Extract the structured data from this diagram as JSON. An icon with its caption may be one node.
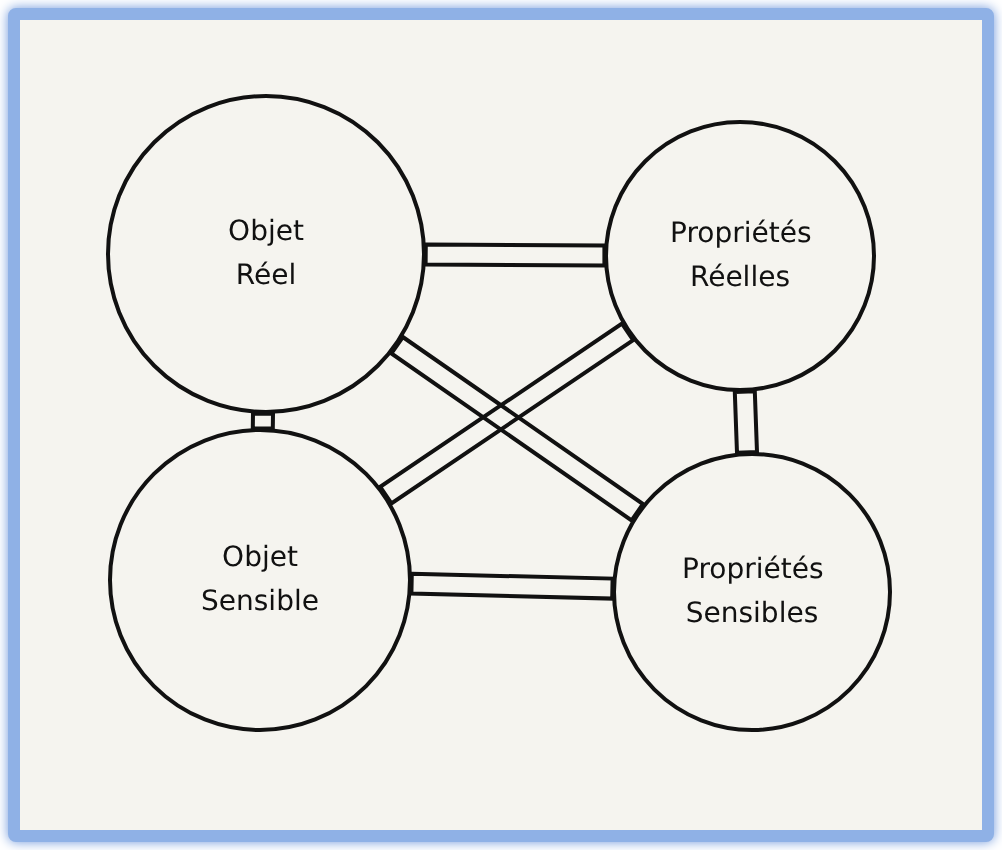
{
  "diagram": {
    "nodes": [
      {
        "text": [
          "Objet Réel"
        ]
      },
      {
        "text": [
          "Propriétés Réelles"
        ]
      },
      {
        "text": [
          "Objet Sensible"
        ]
      },
      {
        "text": [
          "Propriétés Sensibles"
        ]
      }
    ],
    "edges": [
      {
        "from": 0,
        "to": 1,
        "arrow": "none"
      },
      {
        "from": 0,
        "to": 2,
        "arrow": "none"
      },
      {
        "from": 1,
        "to": 3,
        "arrow": "none"
      },
      {
        "from": 2,
        "to": 3,
        "arrow": "none"
      },
      {
        "from": 0,
        "to": 3,
        "arrow": "none"
      },
      {
        "from": 1,
        "to": 2,
        "arrow": "none"
      }
    ]
  }
}
